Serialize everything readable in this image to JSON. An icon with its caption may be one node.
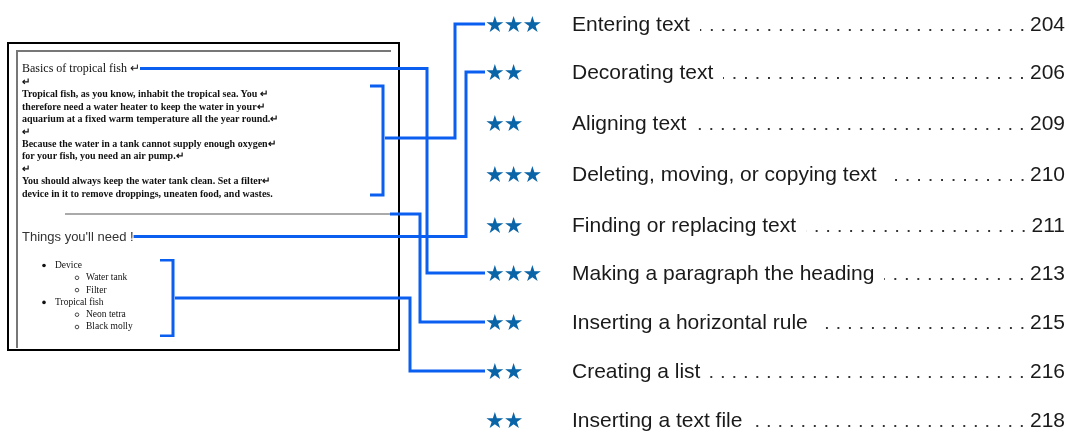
{
  "diagram": {
    "nodes": [
      {
        "text": [],
        "shape": "box"
      },
      {
        "text": [
          "Basics of tropical fish ↵"
        ],
        "in": 0
      },
      {
        "text": [
          "↵",
          "Tropical fish, as you know, inhabit the tropical sea. You ↵",
          "therefore need a water heater to keep the water in your↵",
          "aquarium at a fixed warm temperature all the year round.↵",
          "↵",
          "Because the water in a tank cannot supply enough oxygen↵",
          "for your fish, you need an air pump.↵",
          "↵",
          "You should always keep the water tank clean. Set a filter↵",
          "device in it to remove droppings, uneaten food, and wastes."
        ],
        "in": 0
      },
      {
        "text": [],
        "shape": "bar",
        "in": 0
      },
      {
        "text": [
          "Things you'll need !"
        ],
        "in": 0
      },
      {
        "text": [
          "Device",
          "Water tank",
          "Filter",
          "Tropical fish",
          "Neon tetra",
          "Black molly"
        ],
        "in": 0
      },
      {
        "text": [
          "★★★",
          "Entering text",
          "204"
        ]
      },
      {
        "text": [
          "★★",
          "Decorating text",
          "206"
        ]
      },
      {
        "text": [
          "★★",
          "Aligning text",
          "209"
        ]
      },
      {
        "text": [
          "★★★",
          "Deleting, moving, or copying text",
          "210"
        ]
      },
      {
        "text": [
          "★★",
          "Finding or replacing text",
          "211"
        ]
      },
      {
        "text": [
          "★★★",
          "Making a paragraph the heading",
          "213"
        ]
      },
      {
        "text": [
          "★★",
          "Inserting a horizontal rule",
          "215"
        ]
      },
      {
        "text": [
          "★★",
          "Creating a list",
          "216"
        ]
      },
      {
        "text": [
          "★★",
          "Inserting a text file",
          "218"
        ]
      }
    ],
    "edges": [
      {
        "from": 2,
        "to": 6,
        "arrow": "none"
      },
      {
        "from": 4,
        "to": 7,
        "arrow": "none"
      },
      {
        "from": 1,
        "to": 11,
        "arrow": "none"
      },
      {
        "from": 3,
        "to": 12,
        "arrow": "none"
      },
      {
        "from": 5,
        "to": 13,
        "arrow": "none"
      }
    ]
  }
}
